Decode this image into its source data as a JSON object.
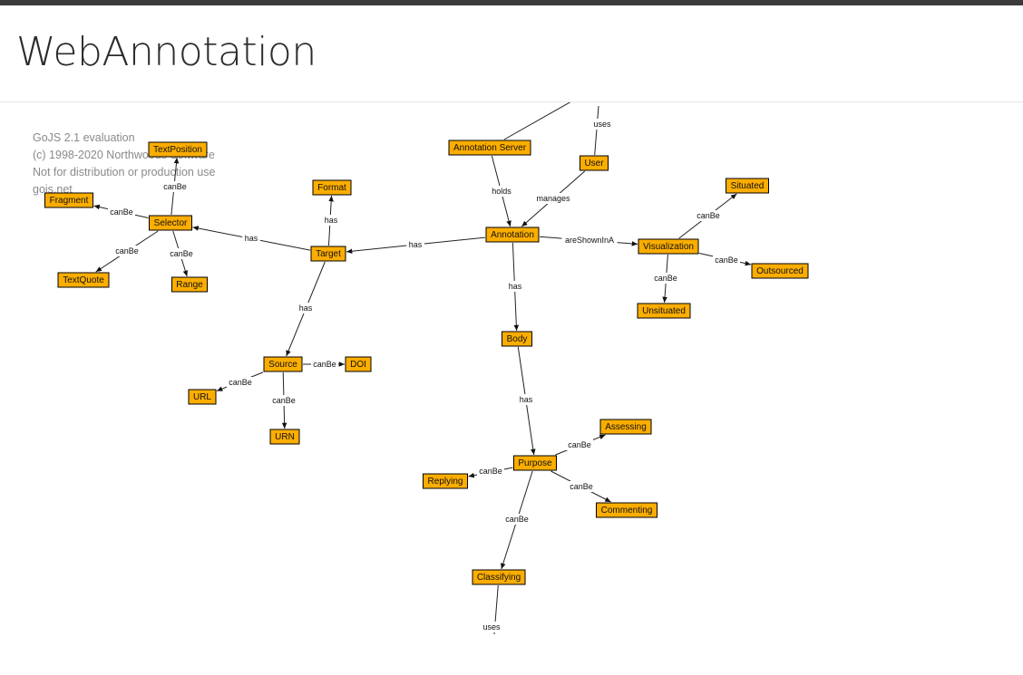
{
  "page": {
    "title": "WebAnnotation"
  },
  "watermark": {
    "lines": [
      "GoJS 2.1 evaluation",
      "(c) 1998-2020 Northwoods Software",
      "Not for distribution or production use",
      "gojs.net"
    ]
  },
  "diagram": {
    "nodes": [
      {
        "id": "annotation_server",
        "label": "Annotation Server"
      },
      {
        "id": "user",
        "label": "User"
      },
      {
        "id": "annotation",
        "label": "Annotation"
      },
      {
        "id": "target",
        "label": "Target"
      },
      {
        "id": "format",
        "label": "Format"
      },
      {
        "id": "selector",
        "label": "Selector"
      },
      {
        "id": "textposition",
        "label": "TextPosition"
      },
      {
        "id": "fragment",
        "label": "Fragment"
      },
      {
        "id": "textquote",
        "label": "TextQuote"
      },
      {
        "id": "range",
        "label": "Range"
      },
      {
        "id": "source",
        "label": "Source"
      },
      {
        "id": "doi",
        "label": "DOI"
      },
      {
        "id": "url",
        "label": "URL"
      },
      {
        "id": "urn",
        "label": "URN"
      },
      {
        "id": "body",
        "label": "Body"
      },
      {
        "id": "purpose",
        "label": "Purpose"
      },
      {
        "id": "assessing",
        "label": "Assessing"
      },
      {
        "id": "replying",
        "label": "Replying"
      },
      {
        "id": "commenting",
        "label": "Commenting"
      },
      {
        "id": "classifying",
        "label": "Classifying"
      },
      {
        "id": "visualization",
        "label": "Visualization"
      },
      {
        "id": "situated",
        "label": "Situated"
      },
      {
        "id": "outsourced",
        "label": "Outsourced"
      },
      {
        "id": "unsituated",
        "label": "Unsituated"
      }
    ],
    "edges": [
      {
        "from": "annotation_server",
        "to": "annotation",
        "label": "holds"
      },
      {
        "from": "user",
        "to": "annotation",
        "label": "manages"
      },
      {
        "from": "user",
        "to": "offscreen_user_target",
        "label": "uses"
      },
      {
        "from": "annotation_server",
        "to": "offscreen_server_target",
        "label": ""
      },
      {
        "from": "annotation",
        "to": "target",
        "label": "has"
      },
      {
        "from": "annotation",
        "to": "visualization",
        "label": "areShownInA"
      },
      {
        "from": "annotation",
        "to": "body",
        "label": "has"
      },
      {
        "from": "target",
        "to": "format",
        "label": "has"
      },
      {
        "from": "target",
        "to": "selector",
        "label": "has"
      },
      {
        "from": "target",
        "to": "source",
        "label": "has"
      },
      {
        "from": "selector",
        "to": "textposition",
        "label": "canBe"
      },
      {
        "from": "selector",
        "to": "fragment",
        "label": "canBe"
      },
      {
        "from": "selector",
        "to": "textquote",
        "label": "canBe"
      },
      {
        "from": "selector",
        "to": "range",
        "label": "canBe"
      },
      {
        "from": "source",
        "to": "doi",
        "label": "canBe"
      },
      {
        "from": "source",
        "to": "url",
        "label": "canBe"
      },
      {
        "from": "source",
        "to": "urn",
        "label": "canBe"
      },
      {
        "from": "body",
        "to": "purpose",
        "label": "has"
      },
      {
        "from": "purpose",
        "to": "assessing",
        "label": "canBe"
      },
      {
        "from": "purpose",
        "to": "replying",
        "label": "canBe"
      },
      {
        "from": "purpose",
        "to": "commenting",
        "label": "canBe"
      },
      {
        "from": "purpose",
        "to": "classifying",
        "label": "canBe"
      },
      {
        "from": "classifying",
        "to": "offscreen_classifying_target",
        "label": "uses"
      },
      {
        "from": "visualization",
        "to": "situated",
        "label": "canBe"
      },
      {
        "from": "visualization",
        "to": "outsourced",
        "label": "canBe"
      },
      {
        "from": "visualization",
        "to": "unsituated",
        "label": "canBe"
      }
    ]
  }
}
